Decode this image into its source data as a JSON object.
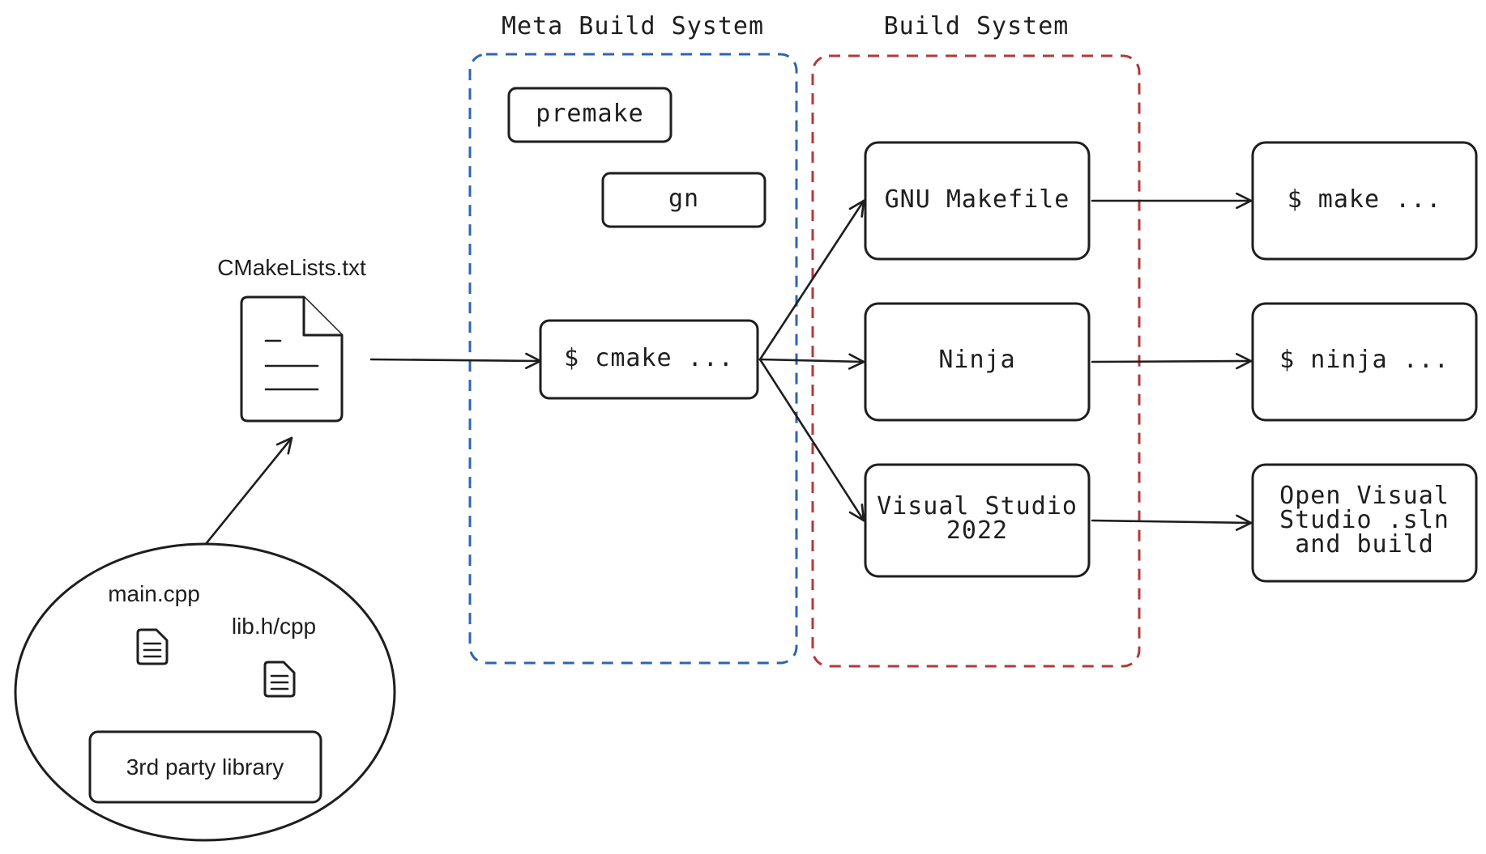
{
  "colors": {
    "meta_group_stroke": "#2f64b0",
    "build_group_stroke": "#b03a3a",
    "ink": "#1e1e1e"
  },
  "groups": {
    "meta_build_system": "Meta Build System",
    "build_system": "Build System"
  },
  "source": {
    "cmakelists_label": "CMakeLists.txt",
    "cmakelists_icon": "document-icon",
    "files": [
      "main.cpp",
      "lib.h/cpp"
    ],
    "file_icon": "file-icon",
    "third_party": "3rd party library"
  },
  "meta_tools": {
    "premake": "premake",
    "gn": "gn",
    "cmake": "$ cmake ..."
  },
  "generators": {
    "gnu_makefile": "GNU Makefile",
    "ninja": "Ninja",
    "visual_studio": [
      "Visual Studio",
      "2022"
    ]
  },
  "commands": {
    "make": "$ make ...",
    "ninja": "$ ninja ...",
    "open_vs": [
      "Open Visual",
      "Studio .sln",
      "and build"
    ]
  }
}
